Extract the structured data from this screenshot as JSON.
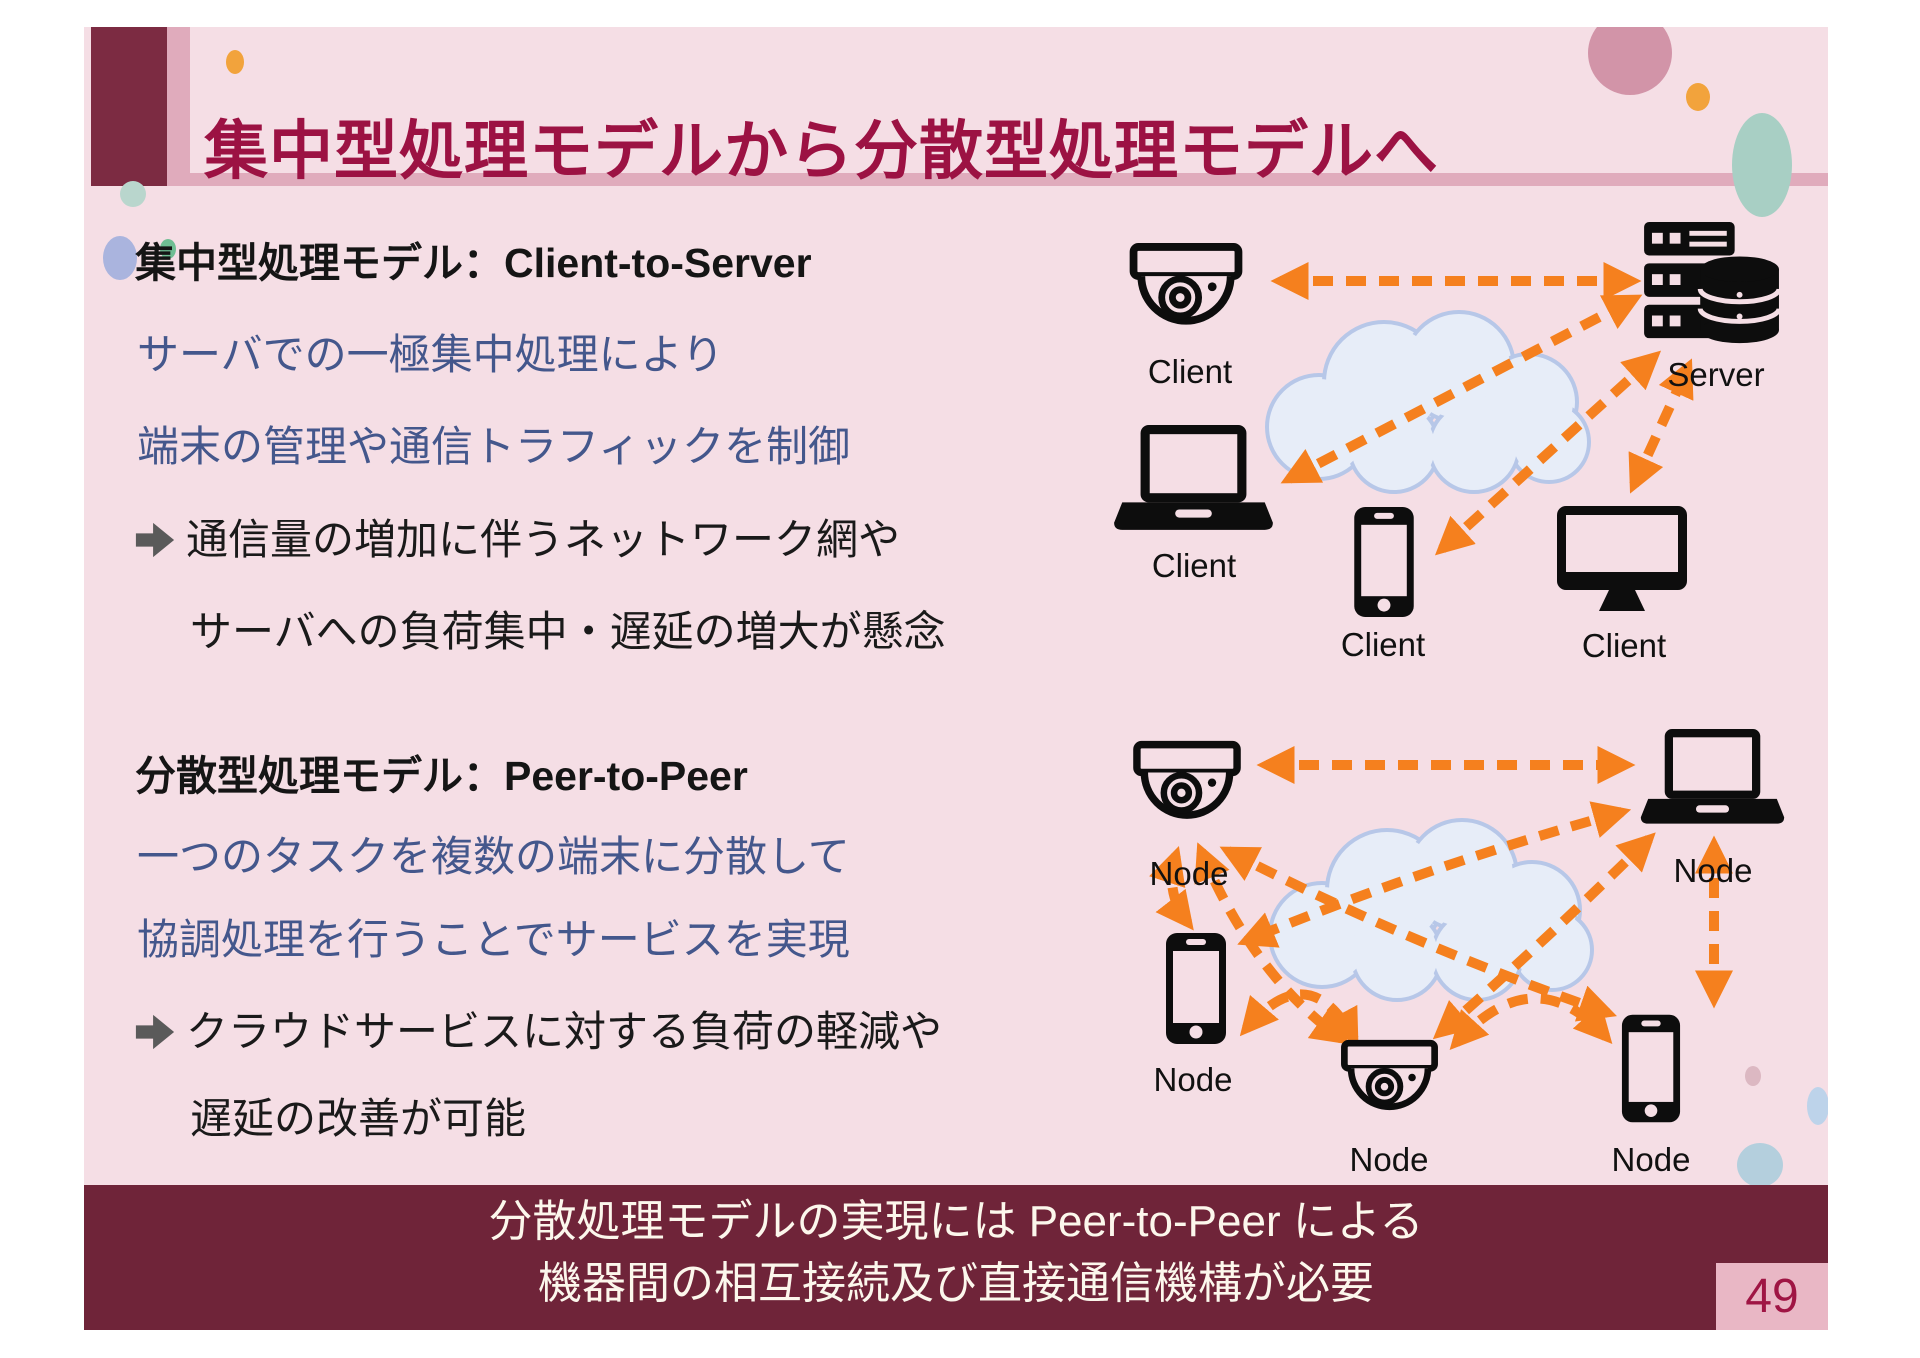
{
  "slide": {
    "title": "集中型処理モデルから分散型処理モデルへ",
    "page_number": "49",
    "footer": {
      "line1": "分散処理モデルの実現には Peer-to-Peer による",
      "line2": "機器間の相互接続及び直接通信機構が必要"
    }
  },
  "sections": [
    {
      "heading": "集中型処理モデル：Client-to-Server",
      "body_lines": [
        "サーバでの一極集中処理により",
        "端末の管理や通信トラフィックを制御"
      ],
      "bullet_lines": [
        "通信量の増加に伴うネットワーク網や",
        "サーバへの負荷集中・遅延の増大が懸念"
      ]
    },
    {
      "heading": "分散型処理モデル：Peer-to-Peer",
      "body_lines": [
        "一つのタスクを複数の端末に分散して",
        "協調処理を行うことでサービスを実現"
      ],
      "bullet_lines": [
        "クラウドサービスに対する負荷の軽減や",
        "遅延の改善が可能"
      ]
    }
  ],
  "diagrams": {
    "client_server": {
      "icons": [
        "camera-icon",
        "server-icon",
        "laptop-icon",
        "phone-icon",
        "monitor-icon"
      ],
      "labels": {
        "camera": "Client",
        "server": "Server",
        "laptop": "Client",
        "phone": "Client",
        "monitor": "Client"
      }
    },
    "peer_to_peer": {
      "icons": [
        "camera-icon",
        "laptop-icon",
        "phone-icon",
        "camera-icon",
        "phone-icon"
      ],
      "labels": {
        "camera_top": "Node",
        "laptop": "Node",
        "phone_left": "Node",
        "camera_bottom": "Node",
        "phone_right": "Node"
      }
    }
  },
  "colors": {
    "slide_background": "#f5dee5",
    "accent_maroon": "#7c2b42",
    "title_text": "#9c1243",
    "title_underline": "#e0abbc",
    "body_blue_text": "#44578c",
    "bullet_arrow_gray": "#5a5a5a",
    "diagram_arrow_orange": "#f5801e",
    "cloud_fill": "#e7edf8",
    "cloud_stroke": "#b7c7e8",
    "footer_background": "#6f2439",
    "footer_text": "#fcf7ec",
    "page_box_background": "#e9b7c5",
    "page_number_text": "#9f1544"
  }
}
